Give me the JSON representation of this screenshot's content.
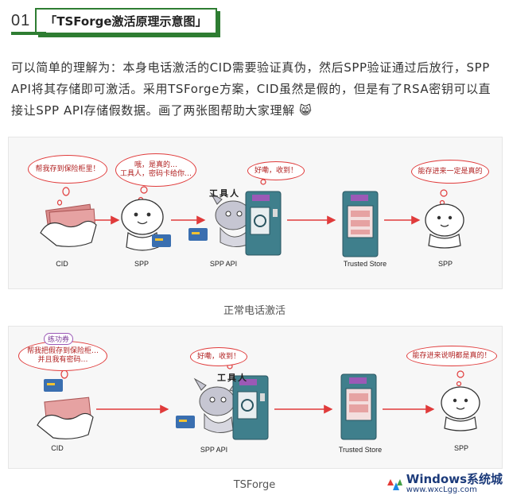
{
  "header": {
    "number": "01",
    "title": "「TSForge激活原理示意图」"
  },
  "paragraph": "可以简单的理解为：本身电话激活的CID需要验证真伪，然后SPP验证通过后放行，SPP API将其存储即可激活。采用TSForge方案，CID虽然是假的，但是有了RSA密钥可以直接让SPP API存储假数据。画了两张图帮助大家理解",
  "diagram1": {
    "caption": "正常电话激活",
    "bubbles": [
      "帮我存到保险柜里！",
      "哦，是真的…\n工具人，密码卡给你…",
      "好嘞，收到！",
      "能存进来一定是真的"
    ],
    "labels": [
      "CID",
      "SPP",
      "SPP API",
      "Trusted Store",
      "SPP"
    ],
    "tool_tag": "工具人"
  },
  "diagram2": {
    "caption": "TSForge",
    "stamp": "练功券",
    "bubbles": [
      "帮我把假存到保险柜…\n并且我有密码…",
      "好嘞，收到！",
      "能存进来说明都是真的！"
    ],
    "labels": [
      "CID",
      "SPP API",
      "Trusted Store",
      "SPP"
    ],
    "tool_tag": "工具人"
  },
  "watermark": {
    "brand": "Windows系统城",
    "url": "www.wxcLgg.com"
  },
  "colors": {
    "accent_green": "#2e7d32",
    "bubble_red": "#e03b3b",
    "arrow_red": "#e03b3b",
    "machine_teal": "#3f7f8c",
    "card_blue": "#3a6fb0"
  }
}
